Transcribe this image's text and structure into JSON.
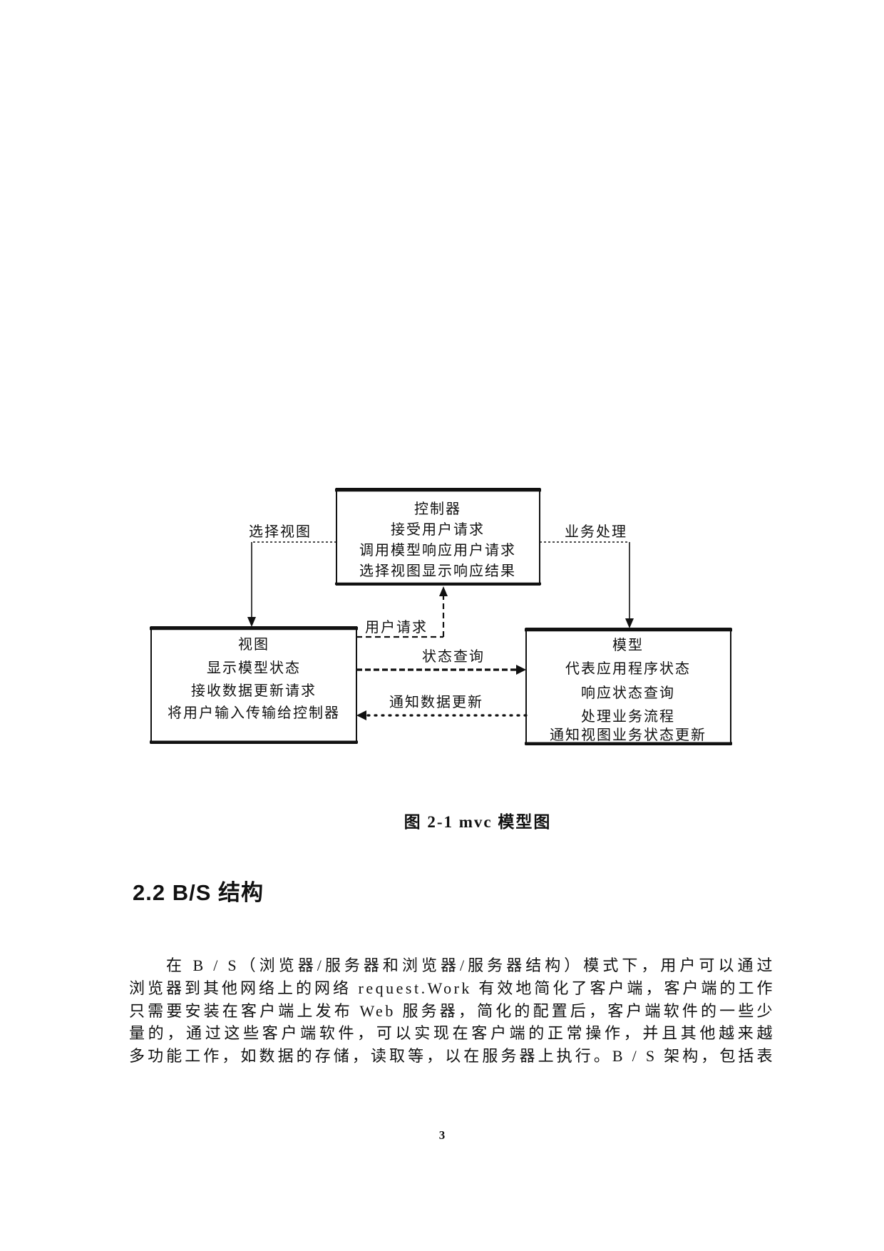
{
  "page": {
    "number": "3"
  },
  "figure": {
    "caption": "图 2-1 mvc 模型图",
    "controller": {
      "title": "控制器",
      "line1": "接受用户请求",
      "line2": "调用模型响应用户请求",
      "line3": "选择视图显示响应结果"
    },
    "view": {
      "title": "视图",
      "line1": "显示模型状态",
      "line2": "接收数据更新请求",
      "line3": "将用户输入传输给控制器"
    },
    "model": {
      "title": "模型",
      "line1": "代表应用程序状态",
      "line2": "响应状态查询",
      "line3": "处理业务流程",
      "line4": "通知视图业务状态更新"
    },
    "edges": {
      "select_view": "选择视图",
      "business_process": "业务处理",
      "user_request": "用户请求",
      "status_query": "状态查询",
      "notify_data_update": "通知数据更新"
    }
  },
  "section": {
    "heading": "2.2 B/S 结构"
  },
  "paragraph": {
    "lines": [
      "在 B / S（浏览器/服务器和浏览器/服务器结构）模式下，用户可以通过",
      "浏览器到其他网络上的网络 request.Work 有效地简化了客户端，客户端的工作",
      "只需要安装在客户端上发布 Web 服务器，简化的配置后，客户端软件的一些少",
      "量的，通过这些客户端软件，可以实现在客户端的正常操作，并且其他越来越",
      "多功能工作，如数据的存储，读取等，以在服务器上执行。B / S 架构，包括表"
    ]
  },
  "colors": {
    "ink": "#111111",
    "paper": "#ffffff"
  }
}
